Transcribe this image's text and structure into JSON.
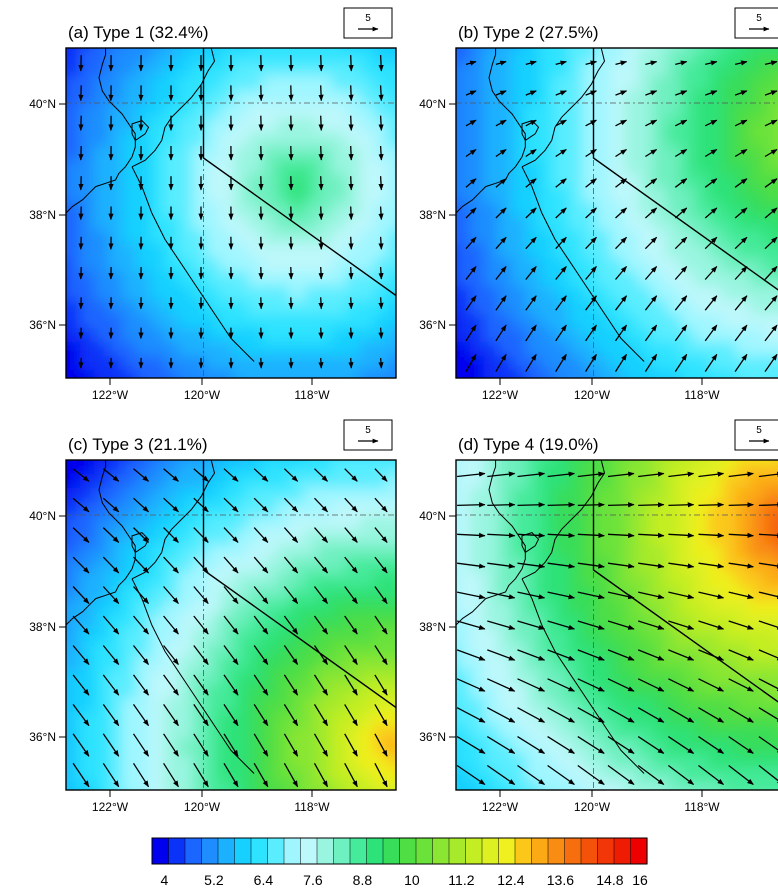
{
  "colormap": [
    "#0000ee",
    "#0b33f7",
    "#1a66ff",
    "#1f8dff",
    "#1cb1ff",
    "#17d0ff",
    "#2ee3ff",
    "#5aedff",
    "#7df2ff",
    "#a0f6ff",
    "#bdf8fb",
    "#9af5e0",
    "#6ef0c0",
    "#45ea9a",
    "#2de279",
    "#38dd5a",
    "#4fde44",
    "#6be23a",
    "#8ae632",
    "#a7ea2b",
    "#c4ee24",
    "#ddf021",
    "#f0ef1f",
    "#f8e21d",
    "#fbc81a",
    "#fbaa16",
    "#f98c12",
    "#f76e0e",
    "#f4520a",
    "#f23607",
    "#ef1c04",
    "#ee0000"
  ],
  "chart_data": [
    {
      "type": "heatmap",
      "panel": "a",
      "title": "(a) Type 1 (32.4%)",
      "reference_vector": "5",
      "field_description": "shaded magnitude with wind vectors",
      "xlim": [
        -122.5,
        -116.5
      ],
      "ylim": [
        35,
        41
      ],
      "x_ticks": [
        "122°W",
        "120°W",
        "118°W"
      ],
      "y_ticks": [
        "36°N",
        "38°N",
        "40°N"
      ],
      "magnitude_center": [
        -118.3,
        38.5
      ],
      "magnitude_range": [
        4,
        9.5
      ],
      "wind": {
        "u": [
          -0.1,
          0.2
        ],
        "v": [
          -4,
          -2.5
        ]
      }
    },
    {
      "type": "heatmap",
      "panel": "b",
      "title": "(b) Type 2 (27.5%)",
      "reference_vector": "5",
      "field_description": "shaded magnitude with wind vectors",
      "xlim": [
        -122.5,
        -116.5
      ],
      "ylim": [
        35,
        41
      ],
      "x_ticks": [
        "122°W",
        "120°W",
        "118°W"
      ],
      "y_ticks": [
        "36°N",
        "38°N",
        "40°N"
      ],
      "magnitude_center": [
        -116.0,
        39.5
      ],
      "magnitude_range": [
        4,
        11.8
      ],
      "wind": {
        "u": [
          2.5,
          3
        ],
        "v": [
          0.5,
          4.5
        ]
      }
    },
    {
      "type": "heatmap",
      "panel": "c",
      "title": "(c) Type 3 (21.1%)",
      "reference_vector": "5",
      "field_description": "shaded magnitude with wind vectors",
      "xlim": [
        -122.5,
        -116.5
      ],
      "ylim": [
        35,
        41
      ],
      "x_ticks": [
        "122°W",
        "120°W",
        "118°W"
      ],
      "y_ticks": [
        "36°N",
        "38°N",
        "40°N"
      ],
      "magnitude_center": [
        -116.6,
        35.8
      ],
      "magnitude_range": [
        4,
        13.4
      ],
      "wind": {
        "u": [
          4,
          3
        ],
        "v": [
          -3,
          -6
        ]
      }
    },
    {
      "type": "heatmap",
      "panel": "d",
      "title": "(d) Type 4 (19.0%)",
      "reference_vector": "5",
      "field_description": "shaded magnitude with wind vectors",
      "xlim": [
        -122.5,
        -116.5
      ],
      "ylim": [
        35,
        41
      ],
      "x_ticks": [
        "122°W",
        "120°W",
        "118°W"
      ],
      "y_ticks": [
        "36°N",
        "38°N",
        "40°N"
      ],
      "magnitude_center": [
        -116.5,
        39.8
      ],
      "magnitude_range": [
        6.0,
        14.8
      ],
      "wind": {
        "u": [
          7,
          6
        ],
        "v": [
          1,
          -5
        ]
      }
    }
  ],
  "colorbar": {
    "min": 4,
    "max": 16,
    "step": 0.4,
    "tick_labels": [
      "4",
      "5.2",
      "6.4",
      "7.6",
      "8.8",
      "10",
      "11.2",
      "12.4",
      "13.6",
      "14.8",
      "16"
    ]
  }
}
